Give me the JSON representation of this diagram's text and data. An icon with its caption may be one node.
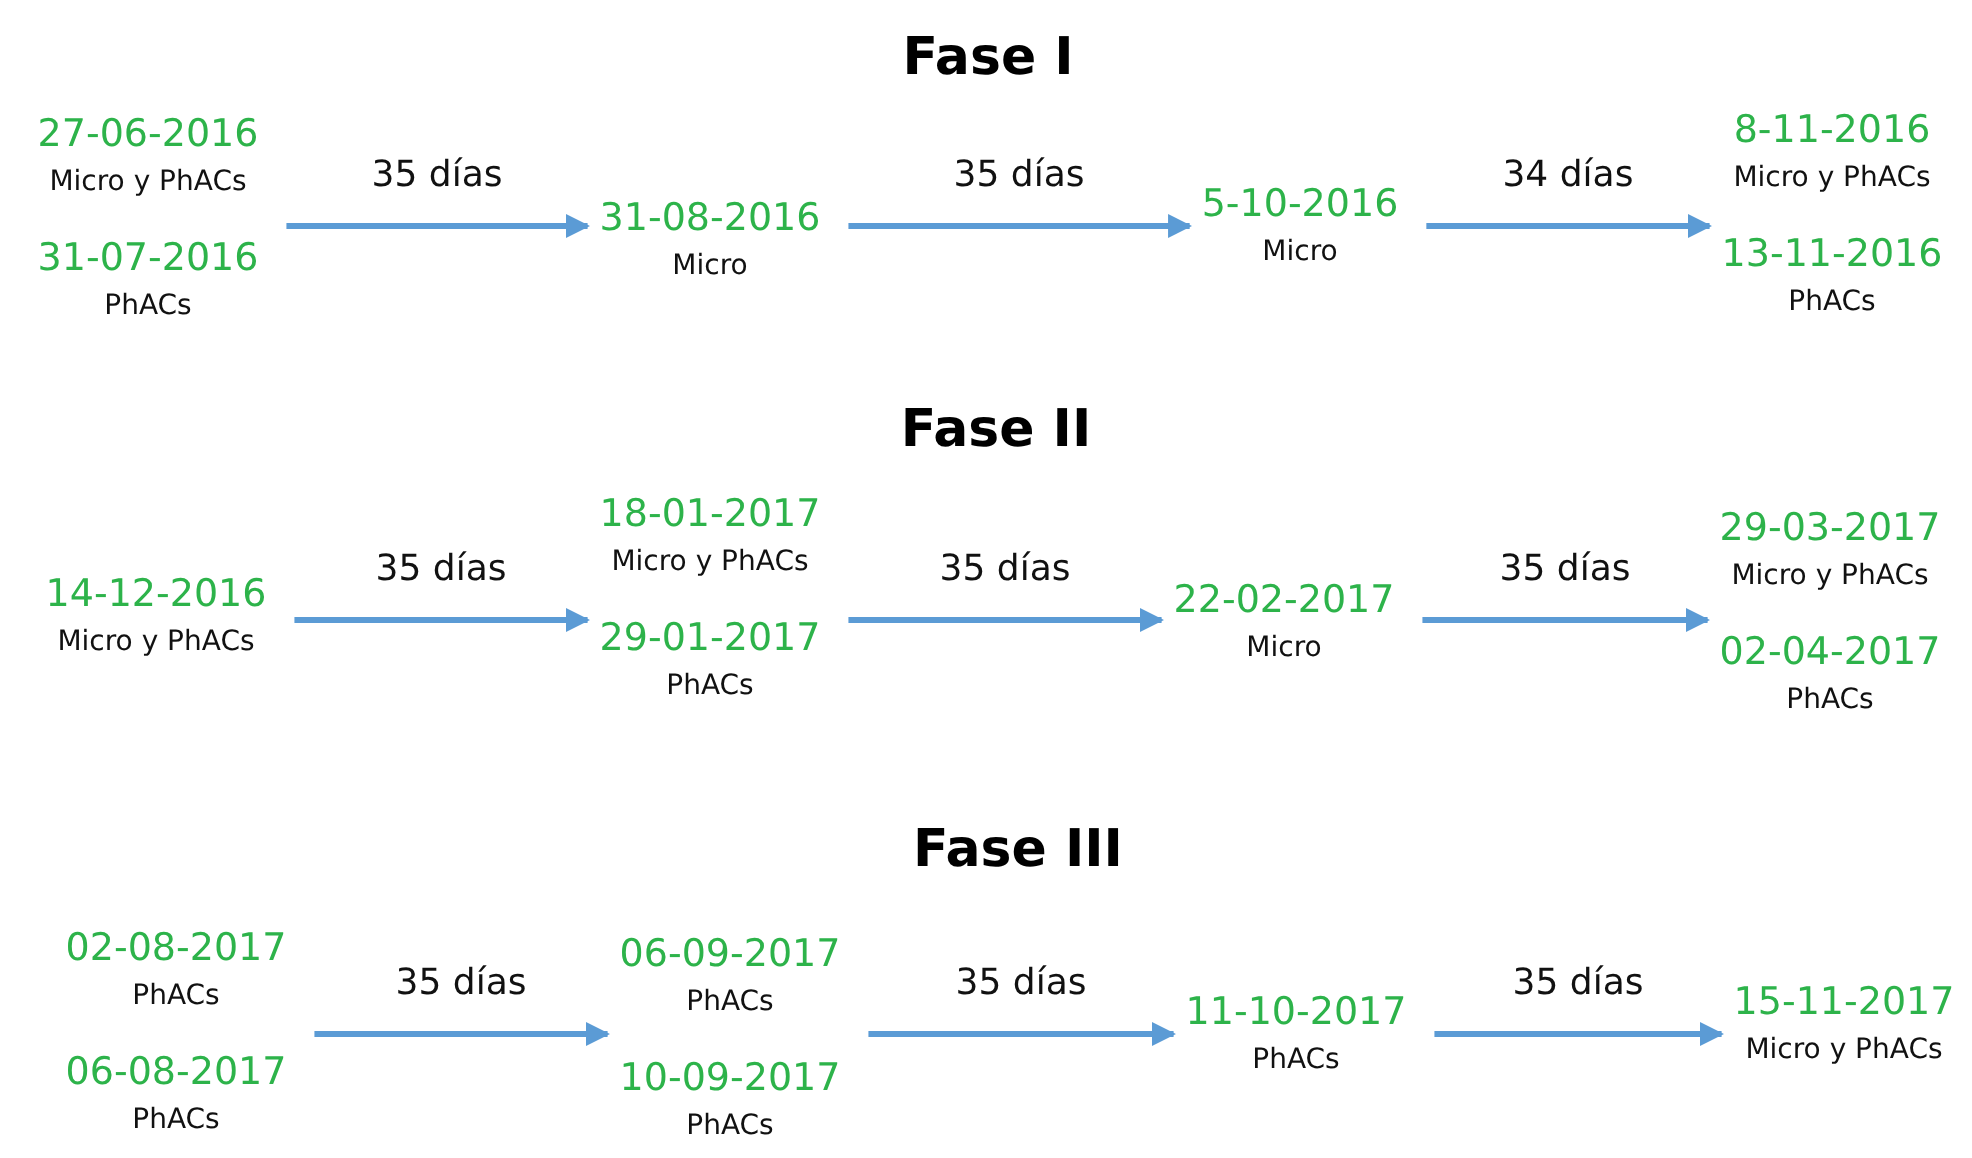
{
  "diagram": {
    "nodes": [
      {
        "text": [
          "27-06-2016",
          "Micro y PhACs",
          "31-07-2016",
          "PhACs"
        ]
      },
      {
        "text": [
          "31-08-2016",
          "Micro"
        ]
      },
      {
        "text": [
          "5-10-2016",
          "Micro"
        ]
      },
      {
        "text": [
          "8-11-2016",
          "Micro y PhACs",
          "13-11-2016",
          "PhACs"
        ]
      },
      {
        "text": [
          "14-12-2016",
          "Micro y PhACs"
        ]
      },
      {
        "text": [
          "18-01-2017",
          "Micro y PhACs",
          "29-01-2017",
          "PhACs"
        ]
      },
      {
        "text": [
          "22-02-2017",
          "Micro"
        ]
      },
      {
        "text": [
          "29-03-2017",
          "Micro y PhACs",
          "02-04-2017",
          "PhACs"
        ]
      },
      {
        "text": [
          "02-08-2017",
          "PhACs",
          "06-08-2017",
          "PhACs"
        ]
      },
      {
        "text": [
          "06-09-2017",
          "PhACs",
          "10-09-2017",
          "PhACs"
        ]
      },
      {
        "text": [
          "11-10-2017",
          "PhACs"
        ]
      },
      {
        "text": [
          "15-11-2017",
          "Micro y PhACs"
        ]
      }
    ],
    "edges": [
      {
        "from": 0,
        "to": 1,
        "arrow": "to",
        "label": "35 días"
      },
      {
        "from": 1,
        "to": 2,
        "arrow": "to",
        "label": "35 días"
      },
      {
        "from": 2,
        "to": 3,
        "arrow": "to",
        "label": "34 días"
      },
      {
        "from": 4,
        "to": 5,
        "arrow": "to",
        "label": "35 días"
      },
      {
        "from": 5,
        "to": 6,
        "arrow": "to",
        "label": "35 días"
      },
      {
        "from": 6,
        "to": 7,
        "arrow": "to",
        "label": "35 días"
      },
      {
        "from": 8,
        "to": 9,
        "arrow": "to",
        "label": "35 días"
      },
      {
        "from": 9,
        "to": 10,
        "arrow": "to",
        "label": "35 días"
      },
      {
        "from": 10,
        "to": 11,
        "arrow": "to",
        "label": "35 días"
      }
    ],
    "labels": [
      "Fase I",
      "Fase II",
      "Fase III"
    ]
  }
}
